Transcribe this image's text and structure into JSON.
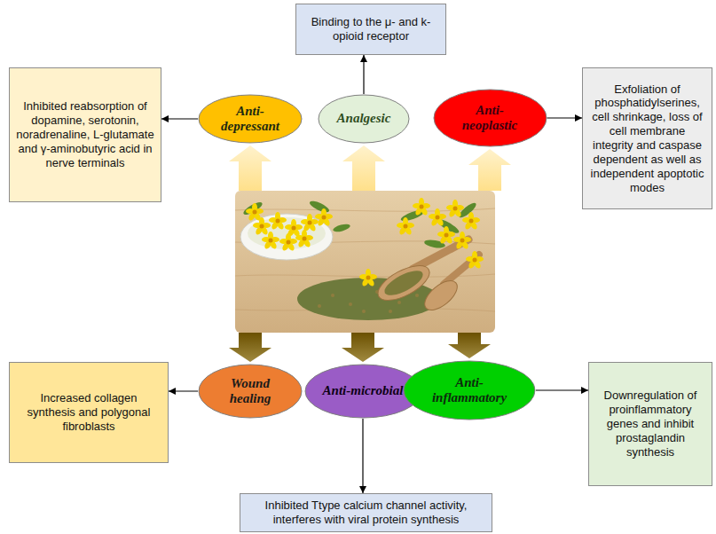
{
  "diagram": {
    "nodes": [
      {
        "text": [
          "Binding to the μ- and k-opioid receptor"
        ]
      },
      {
        "text": [
          "Inhibited reabsorption of dopamine, serotonin, noradrenaline, L-glutamate and γ-aminobutyric acid in nerve terminals"
        ]
      },
      {
        "text": [
          "Anti-depressant"
        ]
      },
      {
        "text": [
          "Analgesic"
        ]
      },
      {
        "text": [
          "Anti-neoplastic"
        ]
      },
      {
        "text": [
          "Exfoliation of phosphatidylserines, cell shrinkage, loss of cell membrane integrity and caspase dependent as well as independent apoptotic modes"
        ]
      },
      {
        "text": [
          "Increased collagen synthesis and polygonal fibroblasts"
        ]
      },
      {
        "text": [
          "Wound healing"
        ]
      },
      {
        "text": [
          "Anti-microbial"
        ]
      },
      {
        "text": [
          "Anti-inflammatory"
        ]
      },
      {
        "text": [
          "Downregulation of proinflammatory genes and inhibit prostaglandin synthesis"
        ]
      },
      {
        "text": [
          "Inhibited Ttype calcium channel activity, interferes with viral protein synthesis"
        ]
      }
    ],
    "edges": [
      {
        "from": 2,
        "to": 1,
        "arrow": "to"
      },
      {
        "from": 3,
        "to": 0,
        "arrow": "to"
      },
      {
        "from": 4,
        "to": 5,
        "arrow": "to"
      },
      {
        "from": 7,
        "to": 6,
        "arrow": "to"
      },
      {
        "from": 8,
        "to": 11,
        "arrow": "to"
      },
      {
        "from": 9,
        "to": 10,
        "arrow": "to"
      }
    ]
  }
}
